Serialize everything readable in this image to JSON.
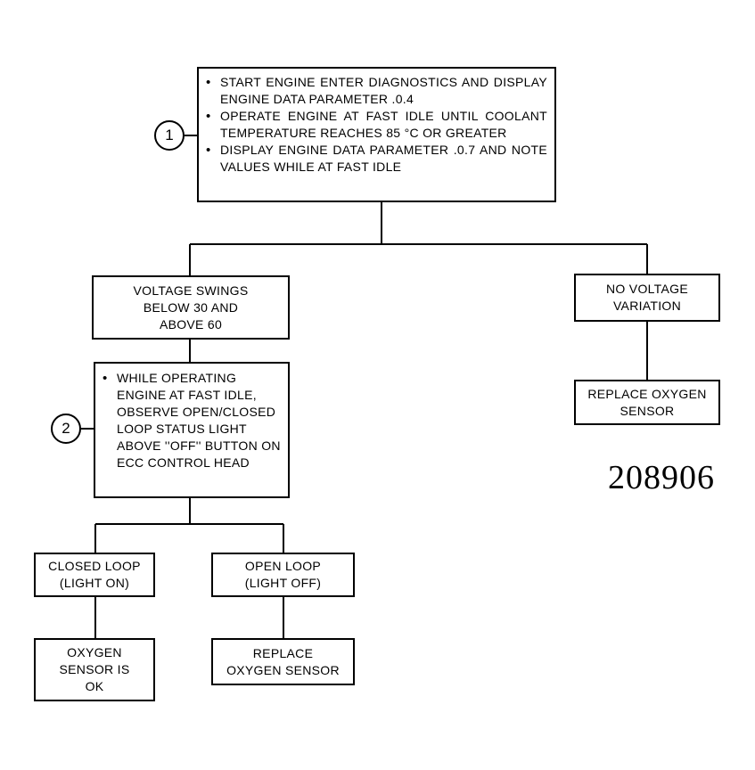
{
  "steps": {
    "step1": {
      "marker": "1",
      "items": [
        "START ENGINE ENTER DIAGNOSTICS AND DISPLAY ENGINE DATA PARAMETER .0.4",
        "OPERATE ENGINE AT FAST IDLE UNTIL COOLANT TEMPERATURE REACHES 85 °C OR GREATER",
        "DISPLAY ENGINE DATA PARAMETER .0.7 AND NOTE VALUES WHILE AT FAST IDLE"
      ]
    },
    "step2": {
      "marker": "2",
      "items": [
        "WHILE OPERATING ENGINE AT FAST IDLE, OBSERVE OPEN/CLOSED LOOP STATUS LIGHT ABOVE ''OFF'' BUTTON ON ECC CONTROL HEAD"
      ]
    }
  },
  "outcomes": {
    "voltage_swings": [
      "VOLTAGE SWINGS",
      "BELOW 30 AND",
      "ABOVE 60"
    ],
    "no_voltage": [
      "NO VOLTAGE",
      "VARIATION"
    ],
    "replace_sensor_right": [
      "REPLACE OXYGEN",
      "SENSOR"
    ],
    "closed_loop": [
      "CLOSED LOOP",
      "(LIGHT ON)"
    ],
    "open_loop": [
      "OPEN LOOP",
      "(LIGHT OFF)"
    ],
    "sensor_ok": [
      "OXYGEN",
      "SENSOR IS",
      "OK"
    ],
    "replace_sensor_bottom": [
      "REPLACE",
      "OXYGEN SENSOR"
    ]
  },
  "figure_number": "208906"
}
